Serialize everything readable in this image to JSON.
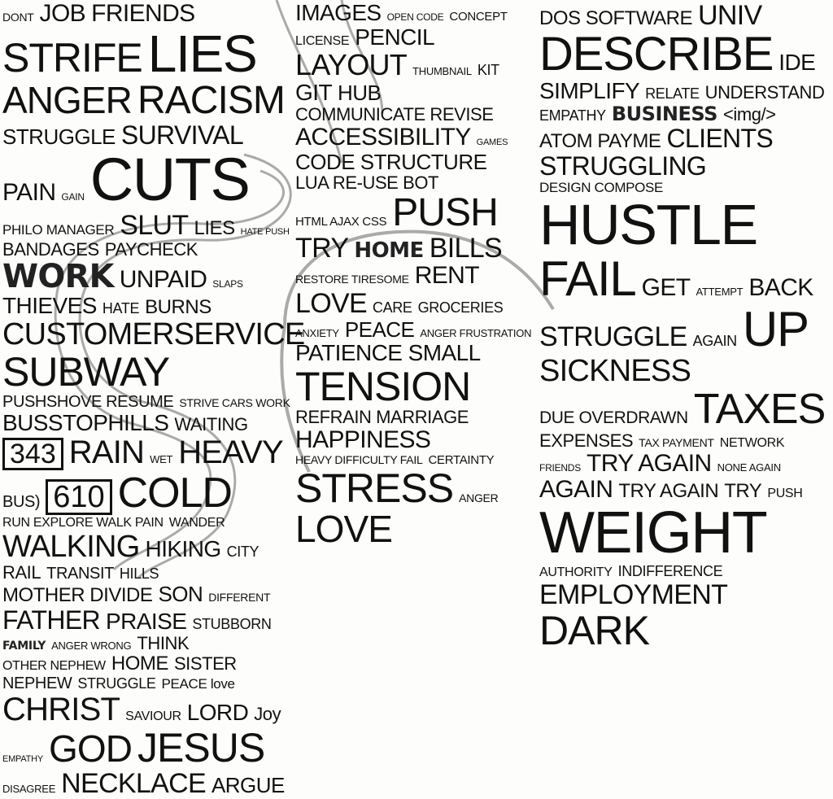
{
  "words": [
    "DONT",
    "JOB",
    "FRIENDS",
    "STRIFE",
    "LIES",
    "ANGER",
    "RACISM",
    "STRUGGLE",
    "SURVIVAL",
    "PAIN",
    "GAIN",
    "CUTS",
    "PHILO MANAGER",
    "SLUT",
    "LIES",
    "HATE PUSH",
    "BANDAGES",
    "PAYCHECK",
    "WORK",
    "UNPAID",
    "SLAPS",
    "THIEVES",
    "HATE",
    "BURNS",
    "CUSTOMERSERVICE",
    "SUBWAY",
    "PUSHSHOVE RESUME",
    "STRIVE CARS WORK",
    "BUSSTOPHILLS",
    "WAITING",
    "RAIN",
    "COLD",
    "HEAVY",
    "WET",
    "RUN EXPLORE WALK PAIN",
    "WANDER",
    "WALKING",
    "HIKING",
    "HILLS",
    "CITY",
    "RAIL",
    "TRANSIT",
    "MOTHER DIVIDE",
    "STUBBORN",
    "ANGER WRONG",
    "THINK",
    "SISTER",
    "STRUGGLE",
    "GOD",
    "DISAGREE",
    "ARGUE",
    "FAMILY",
    "HOME",
    "SON",
    "FATHER",
    "OTHER NEPHEW",
    "NEPHEW",
    "DIFFERENT",
    "PRAISE",
    "SAVIOUR",
    "LORD",
    "CHRIST",
    "JESUS",
    "NECKLACE",
    "PEACE love",
    "Joy",
    "EMPATHY",
    "LOVE",
    "CARE",
    "PEACE",
    "ANGER FRUSTRATION",
    "PATIENCE SMALL",
    "REFRAIN MARRIAGE",
    "HAPPINESS",
    "CERTAINTY",
    "LOVE",
    "IMAGES",
    "CONCEPT",
    "LICENSE",
    "DOS SOFTWARE",
    "UNIV",
    "PENCIL",
    "LAYOUT",
    "DESCRIBE",
    "IDE",
    "SIMPLIFY",
    "RELATE",
    "UNDERSTAND",
    "EMPATHY",
    "KIT",
    "GIT",
    "HUB",
    "BUSINESS",
    "<img/>",
    "ATOM PAYME",
    "CLIENTS",
    "STRUGGLING",
    "FAIL",
    "GET",
    "ATTEMPT",
    "BACK",
    "THUMBNAIL",
    "COMMUNICATE REVISE",
    "GAMES",
    "DESIGN COMPOSE",
    "ACCESSIBILITY",
    "CODE STRUCTURE",
    "LUA RE-USE BOT",
    "HTML AJAX CSS",
    "HUSTLE",
    "PUSH",
    "STRUGGLE",
    "AGAIN",
    "TRY",
    "SICKNESS",
    "UP",
    "HOME",
    "BILLS",
    "RESTORE TIRESOME",
    "DUE OVERDRAWN",
    "RENT",
    "GROCERIES",
    "TENSION",
    "TAXES",
    "EXPENSES",
    "TAX PAYMENT",
    "NETWORK",
    "FRIENDS",
    "TRY AGAIN",
    "NONE AGAIN",
    "AGAIN",
    "TRY AGAIN",
    "PUSH",
    "HEAVY DIFFICULTY FAIL",
    "WEIGHT",
    "AUTHORITY",
    "INDIFFERENCE",
    "STRESS",
    "EMPLOYMENT",
    "DARK",
    "ANGER",
    "ANXIETY",
    "OPEN CODE",
    "TRY"
  ],
  "bus_numbers": [
    "343",
    "BUS)",
    "610"
  ]
}
